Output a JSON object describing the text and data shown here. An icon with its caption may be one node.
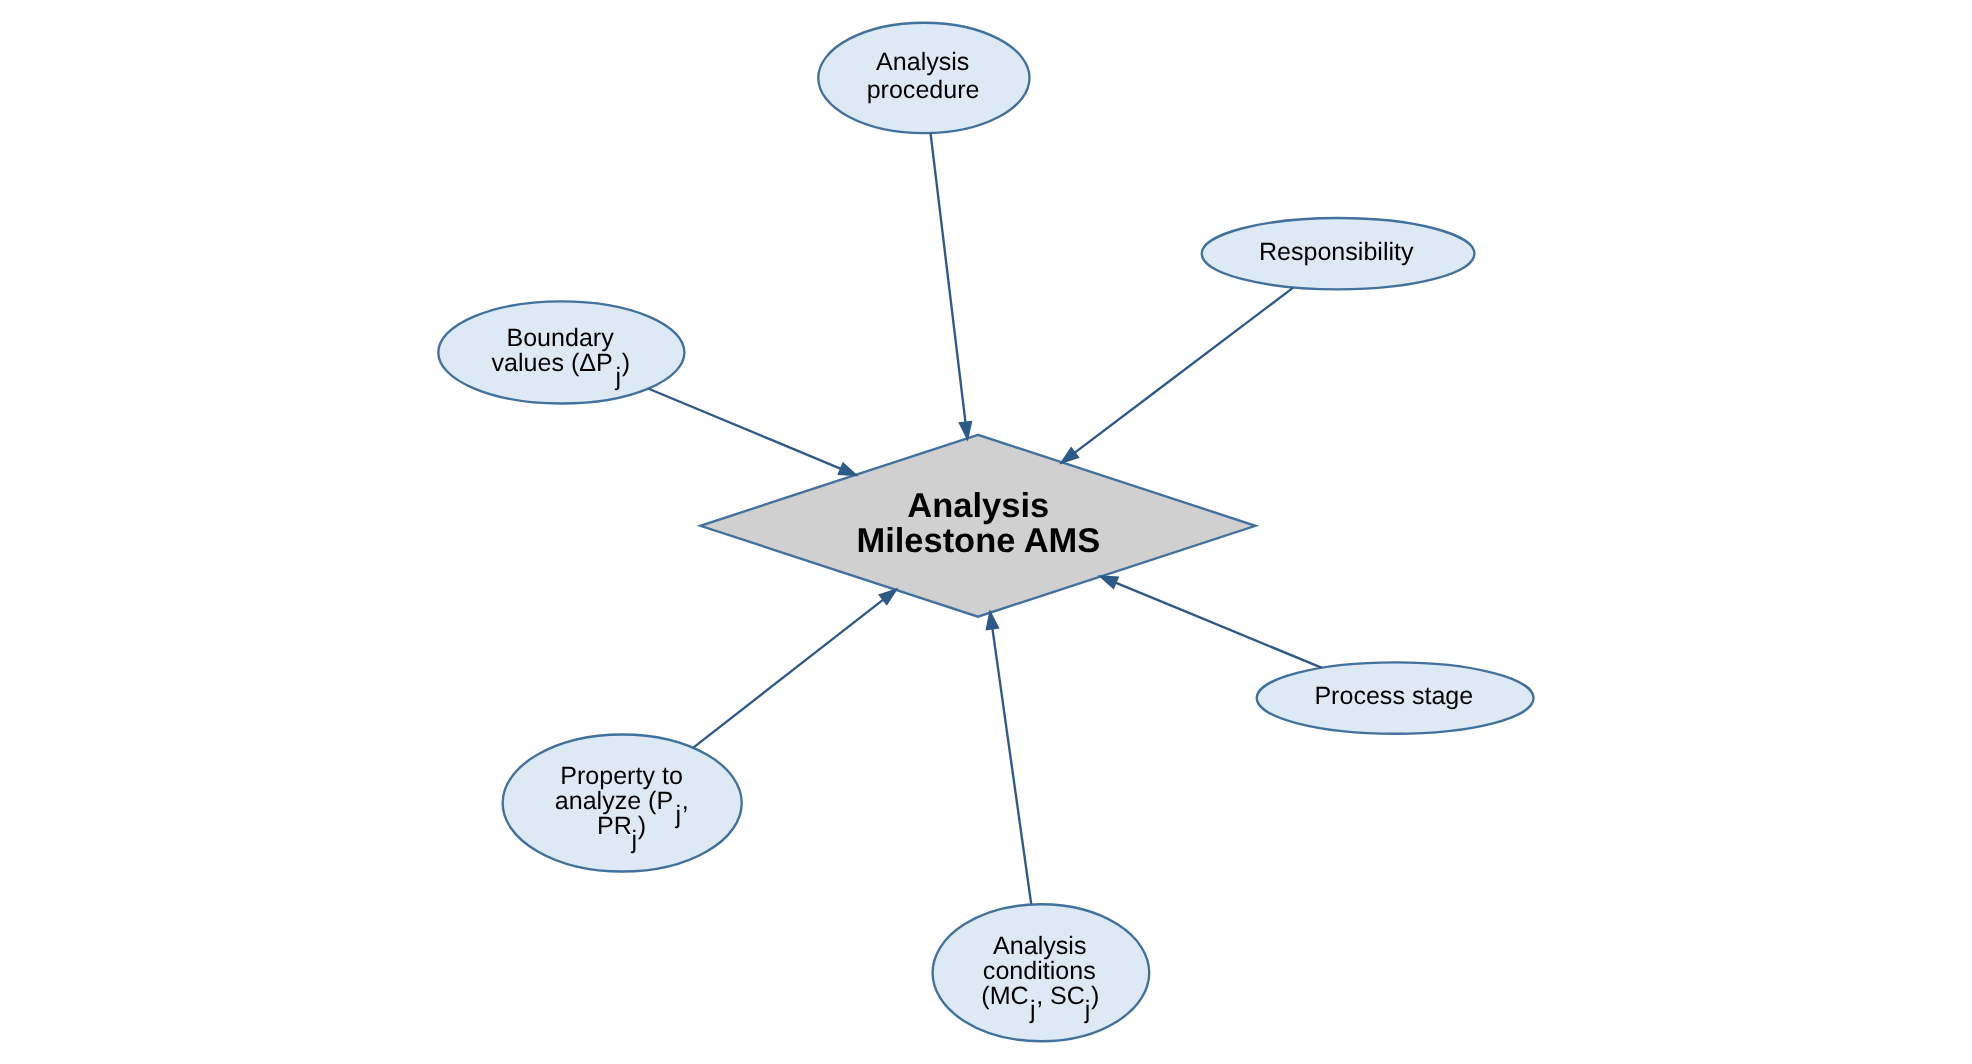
{
  "diagram": {
    "nodes": [
      {
        "text": [
          "Boundary values (ΔP$_{j}$)"
        ]
      },
      {
        "text": [
          "Process stage"
        ]
      },
      {
        "text": [
          "Analysis conditions (MC$_{j}$, SC$_{j}$)"
        ]
      },
      {
        "text": [
          "Analysis Milestone AMS"
        ]
      },
      {
        "text": [
          "Responsibility"
        ]
      },
      {
        "text": [
          "Analysis procedure"
        ]
      },
      {
        "text": [
          "Property to analyze (P$_{j}$, PR$_{j}$)"
        ]
      }
    ],
    "edges": [
      {
        "from": 0,
        "to": 3,
        "arrow": "to"
      },
      {
        "from": 1,
        "to": 3,
        "arrow": "to"
      },
      {
        "from": 2,
        "to": 3,
        "arrow": "to"
      },
      {
        "from": 4,
        "to": 3,
        "arrow": "to"
      },
      {
        "from": 5,
        "to": 3,
        "arrow": "to"
      },
      {
        "from": 6,
        "to": 3,
        "arrow": "to"
      }
    ]
  }
}
